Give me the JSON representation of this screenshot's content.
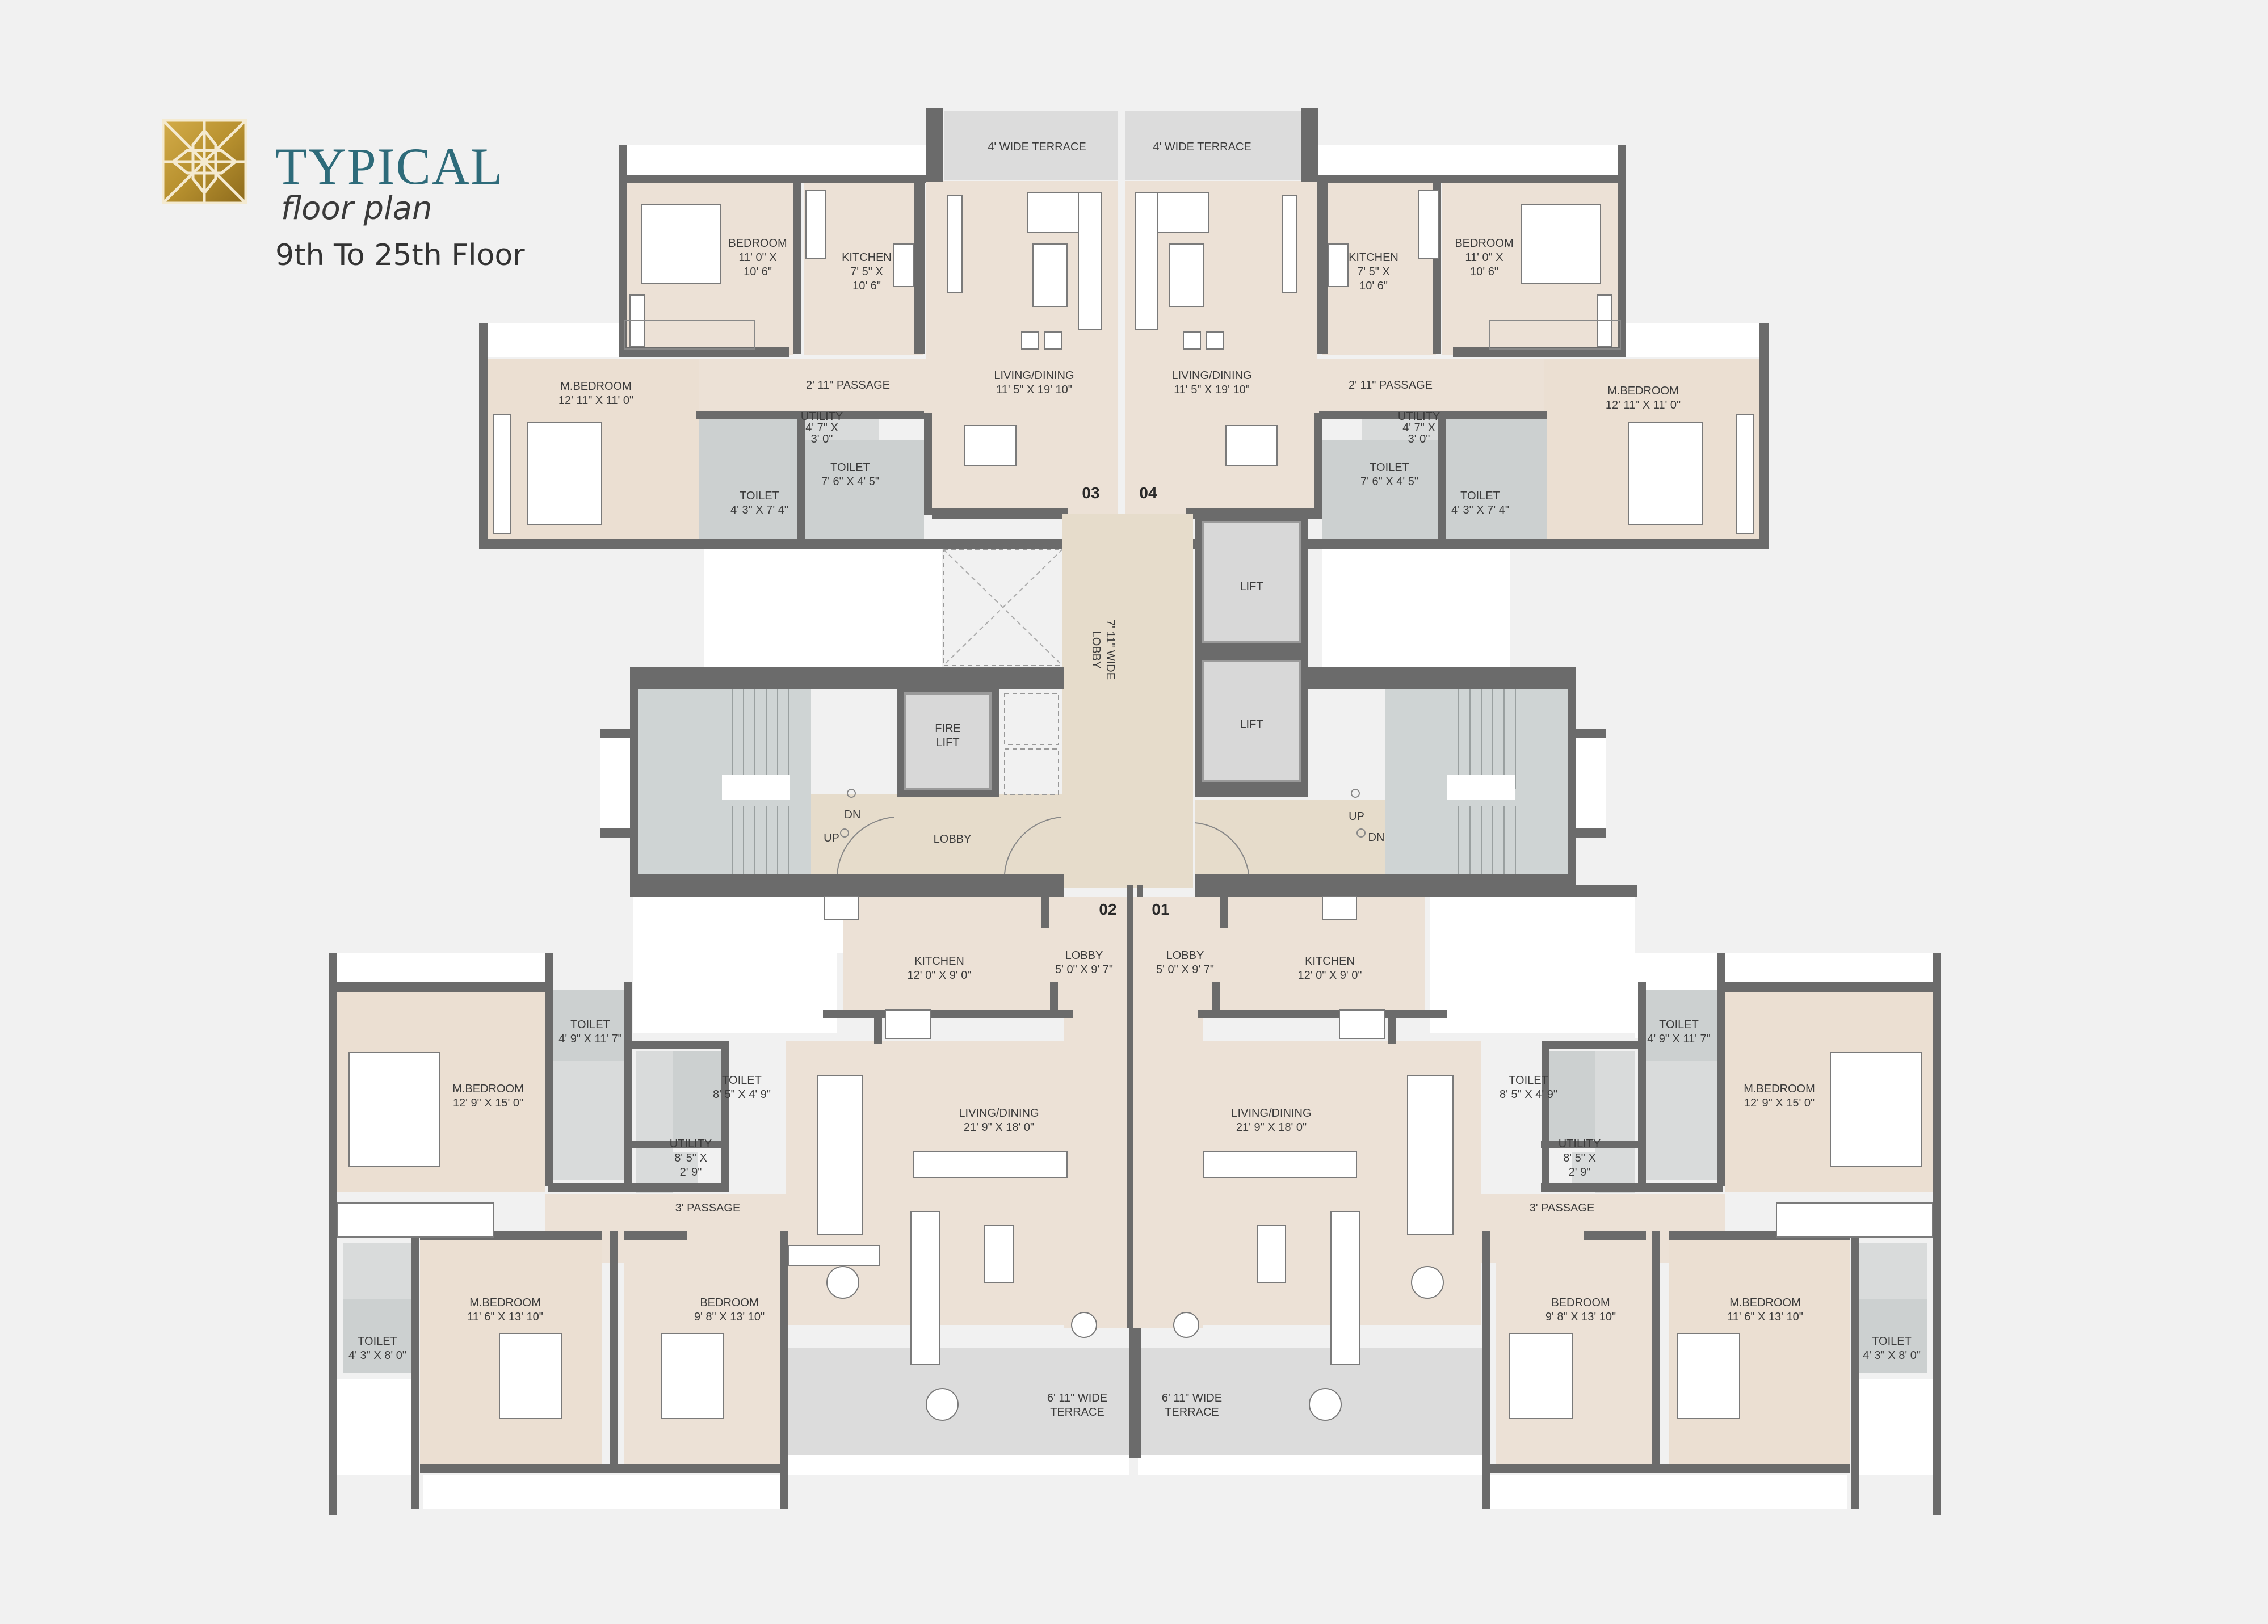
{
  "header": {
    "title": "TYPICAL",
    "subtitle": "floor plan",
    "floors": "9th To 25th Floor",
    "logo_icon": "gold-geometric-logo-icon",
    "colors": {
      "title": "#2e6b7a",
      "logo_gold": "#b8912f",
      "wall": "#6b6b6b",
      "floor": "#ece1d6",
      "wet_area": "#ccd0d0",
      "background": "#f1f1f1"
    }
  },
  "units": {
    "u03": {
      "number": "03",
      "terrace": "4' WIDE TERRACE",
      "bedroom": {
        "name": "BEDROOM",
        "dim1": "11' 0\" X",
        "dim2": "10' 6\""
      },
      "kitchen": {
        "name": "KITCHEN",
        "dim1": "7' 5\" X",
        "dim2": "10' 6\""
      },
      "living": {
        "name": "LIVING/DINING",
        "dim": "11' 5\" X 19' 10\""
      },
      "passage": "2' 11\" PASSAGE",
      "mbedroom": {
        "name": "M.BEDROOM",
        "dim": "12' 11\" X 11' 0\""
      },
      "utility": {
        "name": "UTILITY",
        "dim1": "4' 7\" X",
        "dim2": "3' 0\""
      },
      "toilet_a": {
        "name": "TOILET",
        "dim": "7' 6\" X 4' 5\""
      },
      "toilet_b": {
        "name": "TOILET",
        "dim": "4' 3\" X 7' 4\""
      }
    },
    "u04": {
      "number": "04",
      "terrace": "4' WIDE TERRACE",
      "bedroom": {
        "name": "BEDROOM",
        "dim1": "11' 0\" X",
        "dim2": "10' 6\""
      },
      "kitchen": {
        "name": "KITCHEN",
        "dim1": "7' 5\" X",
        "dim2": "10' 6\""
      },
      "living": {
        "name": "LIVING/DINING",
        "dim": "11' 5\" X 19' 10\""
      },
      "passage": "2' 11\" PASSAGE",
      "mbedroom": {
        "name": "M.BEDROOM",
        "dim": "12' 11\" X 11' 0\""
      },
      "utility": {
        "name": "UTILITY",
        "dim1": "4' 7\" X",
        "dim2": "3' 0\""
      },
      "toilet_a": {
        "name": "TOILET",
        "dim": "7' 6\" X 4' 5\""
      },
      "toilet_b": {
        "name": "TOILET",
        "dim": "4' 3\" X 7' 4\""
      }
    },
    "u02": {
      "number": "02",
      "kitchen": {
        "name": "KITCHEN",
        "dim": "12' 0\" X 9' 0\""
      },
      "lobby": {
        "name": "LOBBY",
        "dim": "5' 0\" X 9' 7\""
      },
      "mbedroom1": {
        "name": "M.BEDROOM",
        "dim": "12' 9\" X 15' 0\""
      },
      "toilet_a": {
        "name": "TOILET",
        "dim": "4' 9\" X 11' 7\""
      },
      "toilet_b": {
        "name": "TOILET",
        "dim": "8' 5\" X 4' 9\""
      },
      "utility": {
        "name": "UTILITY",
        "dim1": "8' 5\" X",
        "dim2": "2' 9\""
      },
      "living": {
        "name": "LIVING/DINING",
        "dim": "21' 9\" X 18' 0\""
      },
      "passage": "3' PASSAGE",
      "mbedroom2": {
        "name": "M.BEDROOM",
        "dim": "11' 6\" X 13' 10\""
      },
      "bedroom": {
        "name": "BEDROOM",
        "dim": "9' 8\" X 13' 10\""
      },
      "toilet_c": {
        "name": "TOILET",
        "dim": "4' 3\" X 8' 0\""
      },
      "terrace": {
        "line1": "6' 11\" WIDE",
        "line2": "TERRACE"
      }
    },
    "u01": {
      "number": "01",
      "kitchen": {
        "name": "KITCHEN",
        "dim": "12' 0\" X 9' 0\""
      },
      "lobby": {
        "name": "LOBBY",
        "dim": "5' 0\" X 9' 7\""
      },
      "mbedroom1": {
        "name": "M.BEDROOM",
        "dim": "12' 9\" X 15' 0\""
      },
      "toilet_a": {
        "name": "TOILET",
        "dim": "4' 9\" X 11' 7\""
      },
      "toilet_b": {
        "name": "TOILET",
        "dim": "8' 5\" X 4' 9\""
      },
      "utility": {
        "name": "UTILITY",
        "dim1": "8' 5\" X",
        "dim2": "2' 9\""
      },
      "living": {
        "name": "LIVING/DINING",
        "dim": "21' 9\" X 18' 0\""
      },
      "passage": "3' PASSAGE",
      "mbedroom2": {
        "name": "M.BEDROOM",
        "dim": "11' 6\" X 13' 10\""
      },
      "bedroom": {
        "name": "BEDROOM",
        "dim": "9' 8\" X 13' 10\""
      },
      "toilet_c": {
        "name": "TOILET",
        "dim": "4' 3\" X 8' 0\""
      },
      "terrace": {
        "line1": "6' 11\" WIDE",
        "line2": "TERRACE"
      }
    }
  },
  "core": {
    "main_lobby": {
      "line1": "7' 11\" WIDE",
      "line2": "LOBBY"
    },
    "lift1": "LIFT",
    "lift2": "LIFT",
    "fire_lift": {
      "line1": "FIRE",
      "line2": "LIFT"
    },
    "lobby": "LOBBY",
    "stair_left": {
      "dn": "DN",
      "up": "UP"
    },
    "stair_right": {
      "up": "UP",
      "dn": "DN"
    }
  }
}
